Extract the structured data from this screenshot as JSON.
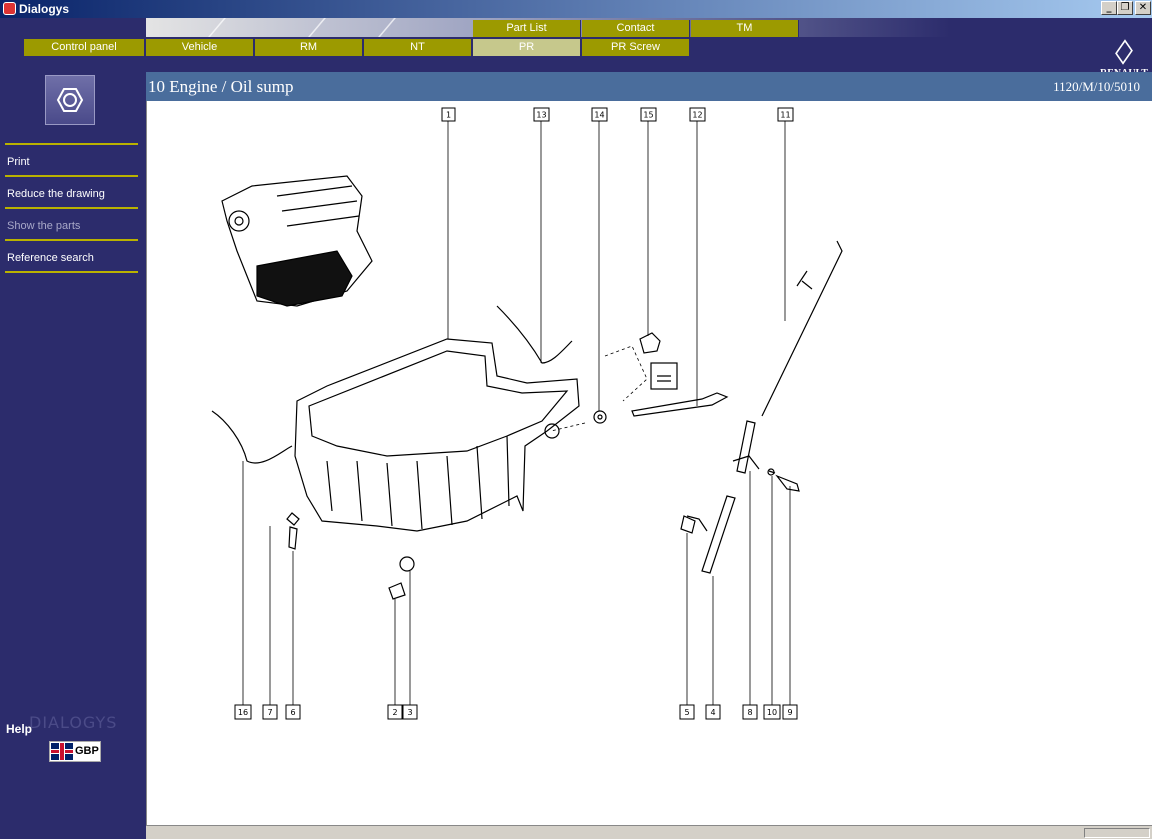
{
  "window": {
    "title": "Dialogys"
  },
  "top_tabs": [
    {
      "label": "Part List",
      "active": false
    },
    {
      "label": "Contact",
      "active": false
    },
    {
      "label": "TM",
      "active": false
    }
  ],
  "nav_tabs": [
    {
      "label": "Control panel",
      "active": false
    },
    {
      "label": "Vehicle",
      "active": false
    },
    {
      "label": "RM",
      "active": false
    },
    {
      "label": "NT",
      "active": false
    },
    {
      "label": "PR",
      "active": true
    },
    {
      "label": "PR Screw",
      "active": false
    }
  ],
  "brand": {
    "name": "RENAULT"
  },
  "sidebar": {
    "icon": "hex-nut-icon",
    "items": [
      {
        "label": "Print",
        "enabled": true
      },
      {
        "label": "Reduce the drawing",
        "enabled": true
      },
      {
        "label": "Show the parts",
        "enabled": false
      },
      {
        "label": "Reference search",
        "enabled": true
      }
    ],
    "help_label": "Help",
    "watermark": "DIALOGYS",
    "currency": "GBP"
  },
  "page": {
    "title": "10 Engine / Oil sump",
    "reference": "1120/M/10/5010"
  },
  "callouts": {
    "top": [
      "1",
      "13",
      "14",
      "15",
      "12",
      "11"
    ],
    "bottom": [
      "16",
      "7",
      "6",
      "2",
      "3",
      "5",
      "4",
      "8",
      "10",
      "9"
    ]
  },
  "colors": {
    "background": "#2c2c6c",
    "tab": "#9c9a00",
    "tab_active": "#c6c88c",
    "header_bar": "#4a6d9c",
    "menu_rule": "#b9b200"
  }
}
